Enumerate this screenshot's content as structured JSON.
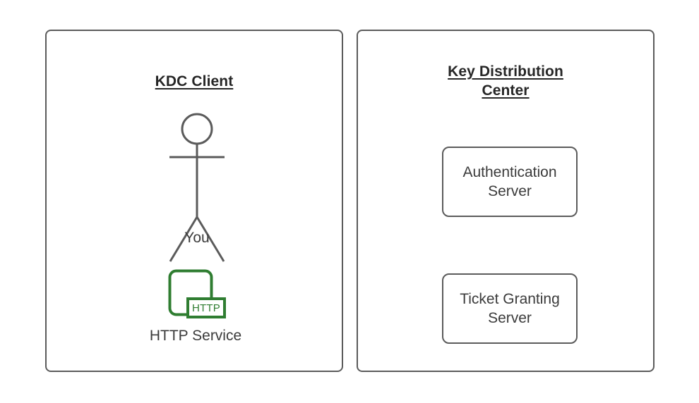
{
  "diagram": {
    "title_left": "KDC Client",
    "title_right_line1": "Key Distribution",
    "title_right_line2": "Center",
    "colors": {
      "stroke": "#5b5b5b",
      "text": "#3b3b3b",
      "title_text": "#262626",
      "http_green": "#2f7d31",
      "background": "#ffffff"
    }
  },
  "kdc_client": {
    "actor": {
      "label": "You",
      "icon": "stick-figure-icon"
    },
    "http_service": {
      "label": "HTTP Service",
      "badge_text": "HTTP",
      "icon": "http-service-icon"
    }
  },
  "key_distribution_center": {
    "servers": [
      {
        "label": "Authentication\nServer",
        "name": "authentication-server"
      },
      {
        "label": "Ticket Granting\nServer",
        "name": "ticket-granting-server"
      }
    ]
  }
}
